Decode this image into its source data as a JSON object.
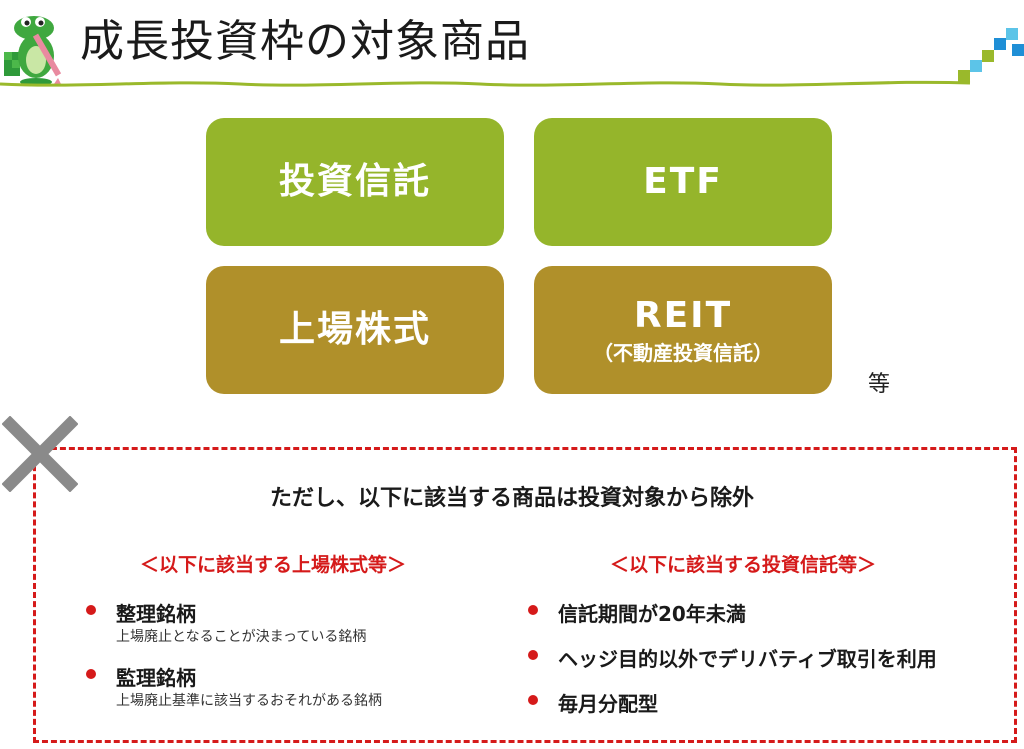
{
  "header": {
    "title": "成長投資枠の対象商品"
  },
  "tiles": [
    {
      "main": "投資信託",
      "sub": ""
    },
    {
      "main": "ETF",
      "sub": ""
    },
    {
      "main": "上場株式",
      "sub": ""
    },
    {
      "main": "REIT",
      "sub": "（不動産投資信託）"
    }
  ],
  "etc_label": "等",
  "colors": {
    "green": "#95b52b",
    "gold": "#b0902a",
    "red": "#d51a1a"
  },
  "exclusion": {
    "title": "ただし、以下に該当する商品は投資対象から除外",
    "left": {
      "heading": "＜以下に該当する上場株式等＞",
      "items": [
        {
          "name": "整理銘柄",
          "desc": "上場廃止となることが決まっている銘柄"
        },
        {
          "name": "監理銘柄",
          "desc": "上場廃止基準に該当するおそれがある銘柄"
        }
      ]
    },
    "right": {
      "heading": "＜以下に該当する投資信託等＞",
      "items": [
        {
          "name": "信託期間が20年未満"
        },
        {
          "name": "ヘッジ目的以外でデリバティブ取引を利用"
        },
        {
          "name": "毎月分配型"
        }
      ]
    }
  }
}
